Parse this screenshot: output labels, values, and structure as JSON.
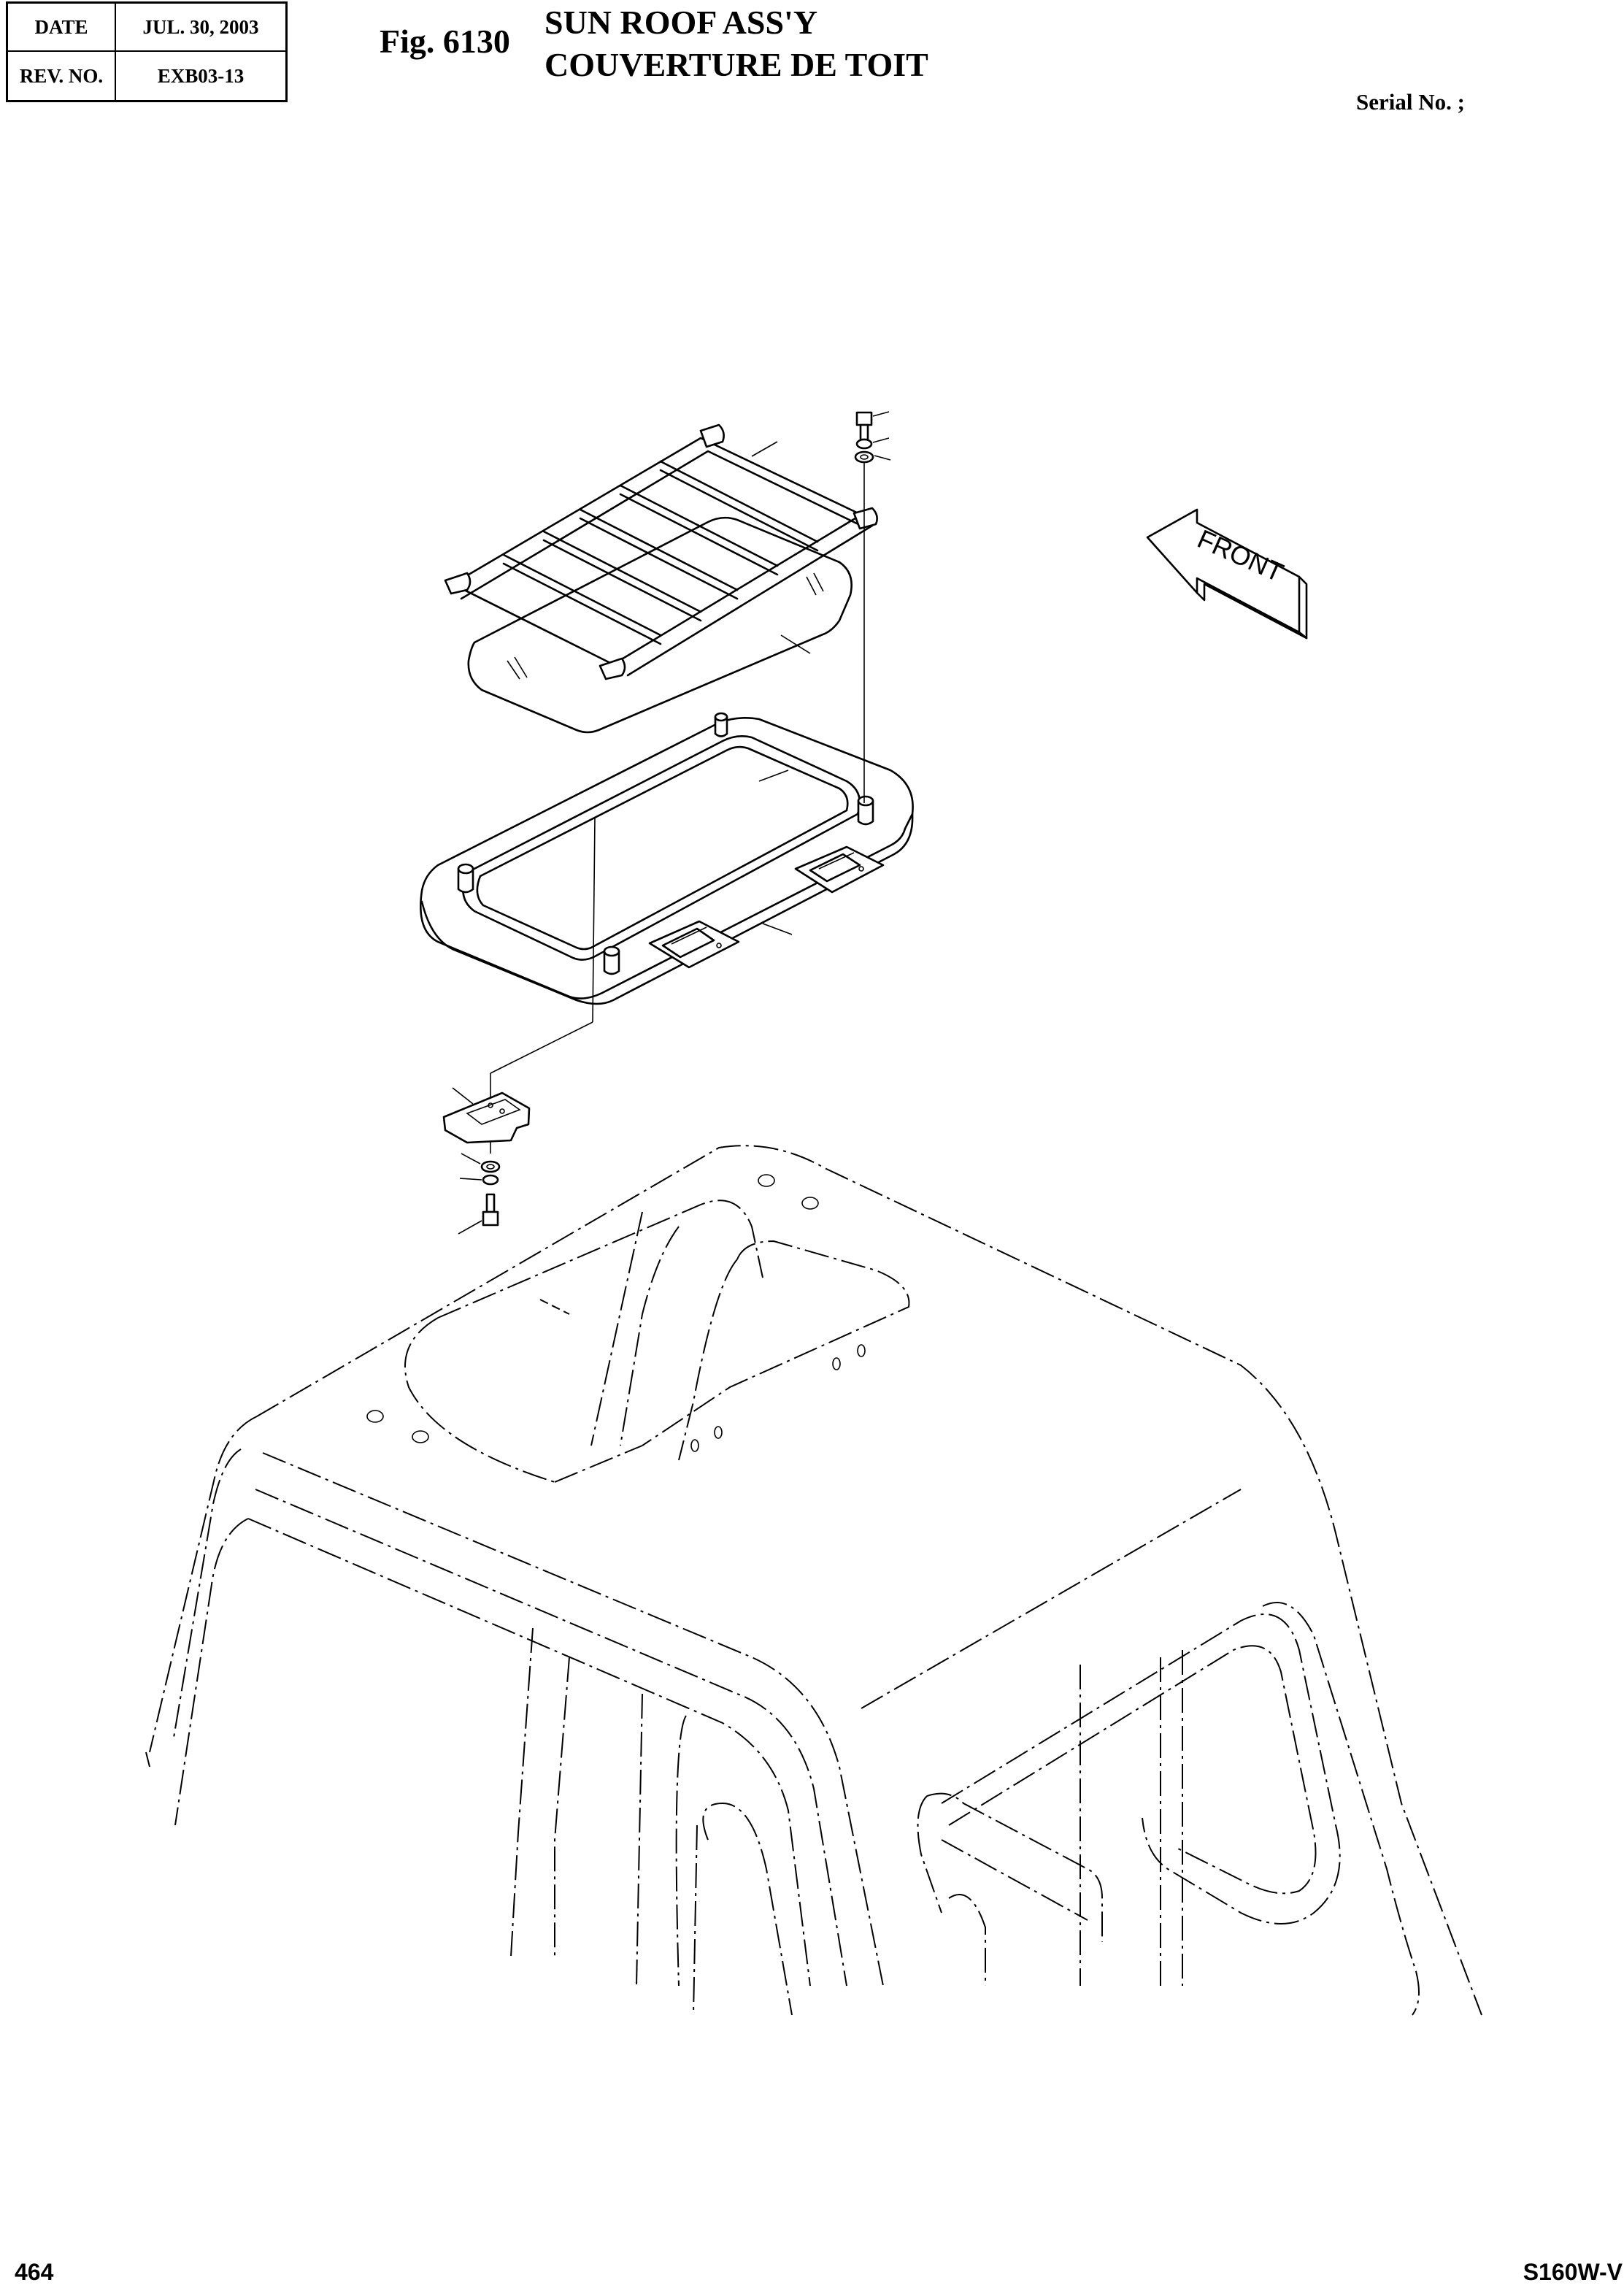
{
  "header": {
    "date_label": "DATE",
    "date_value": "JUL. 30, 2003",
    "rev_label": "REV. NO.",
    "rev_value": "EXB03-13",
    "fig_number": "Fig. 6130",
    "title_line1": "SUN ROOF ASS'Y",
    "title_line2": "COUVERTURE DE TOIT",
    "serial_label": "Serial No. ;"
  },
  "diagram": {
    "front_label": "FRONT",
    "parts": [
      "roof-rack",
      "glass-panel",
      "frame",
      "hinge",
      "latch-bracket",
      "bolt",
      "washer",
      "cab-roof"
    ]
  },
  "footer": {
    "page_number": "464",
    "model": "S160W-V"
  }
}
